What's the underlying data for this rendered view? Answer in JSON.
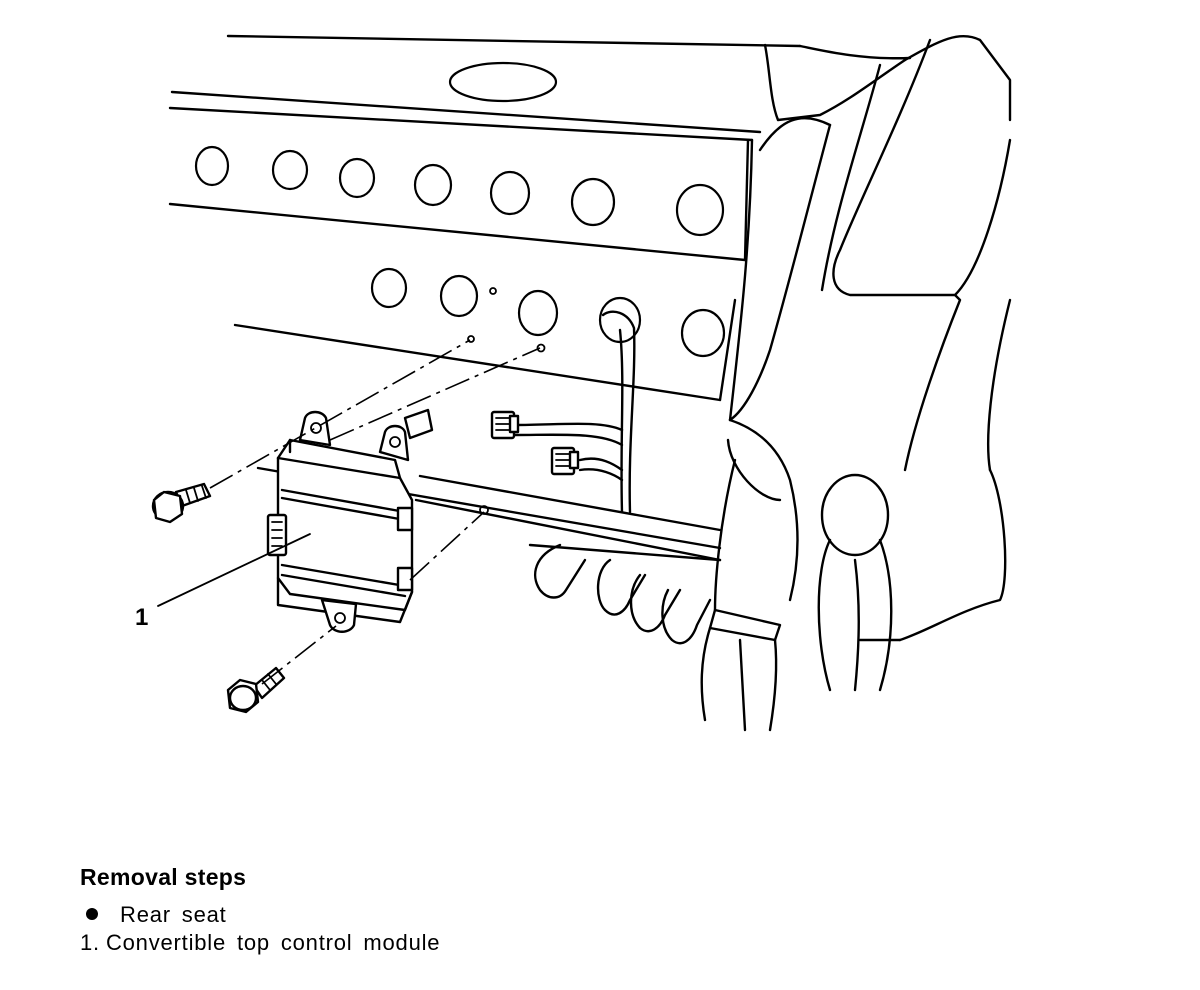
{
  "diagram": {
    "callout": "1"
  },
  "legend": {
    "title": "Removal steps",
    "items": [
      {
        "marker": "bullet",
        "label": "Rear seat"
      },
      {
        "marker": "1.",
        "label": "Convertible top control module"
      }
    ]
  }
}
